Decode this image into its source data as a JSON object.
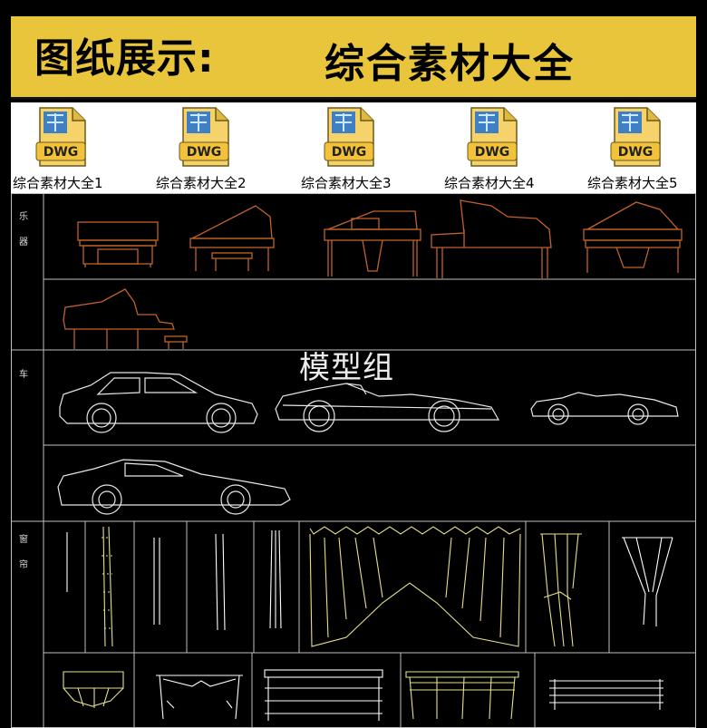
{
  "banner": {
    "label": "图纸展示:",
    "title": "综合素材大全",
    "bg": "#e8c53a"
  },
  "files": [
    {
      "badge": "DWG",
      "name": "综合素材大全1"
    },
    {
      "badge": "DWG",
      "name": "综合素材大全2"
    },
    {
      "badge": "DWG",
      "name": "综合素材大全3"
    },
    {
      "badge": "DWG",
      "name": "综合素材大全4"
    },
    {
      "badge": "DWG",
      "name": "综合素材大全5"
    }
  ],
  "sections": {
    "instruments": {
      "c1": "乐",
      "c2": "器"
    },
    "cars": {
      "c1": "车"
    },
    "curtains": {
      "c1": "窗",
      "c2": "帘"
    }
  },
  "watermark": "模型组",
  "colors": {
    "piano": "#c0622a",
    "car": "#e8e8e8",
    "curtain_a": "#e6e08a",
    "curtain_b": "#ffffff",
    "grid": "#bfbfbf"
  }
}
